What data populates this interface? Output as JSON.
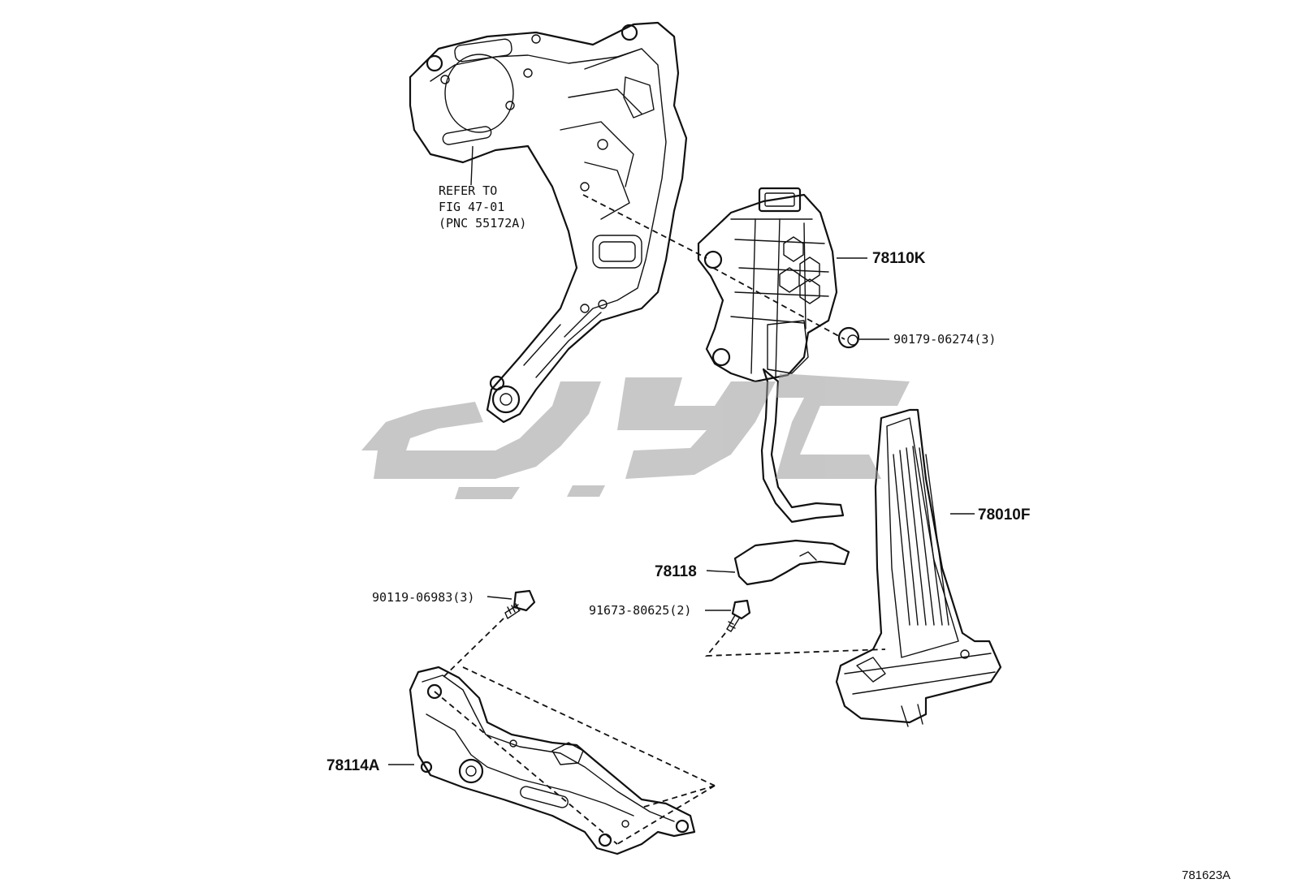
{
  "labels": {
    "bracket_ref": [
      "REFER TO",
      "FIG 47-01",
      "(PNC 55172A)"
    ],
    "sensor": "78110K",
    "sensor_nut": "90179-06274(3)",
    "pedal": "78010F",
    "cover": "78118",
    "bolt_a": "90119-06983(3)",
    "bolt_b": "91673-80625(2)",
    "base_bracket": "78114A"
  },
  "figure_code": "781623A"
}
